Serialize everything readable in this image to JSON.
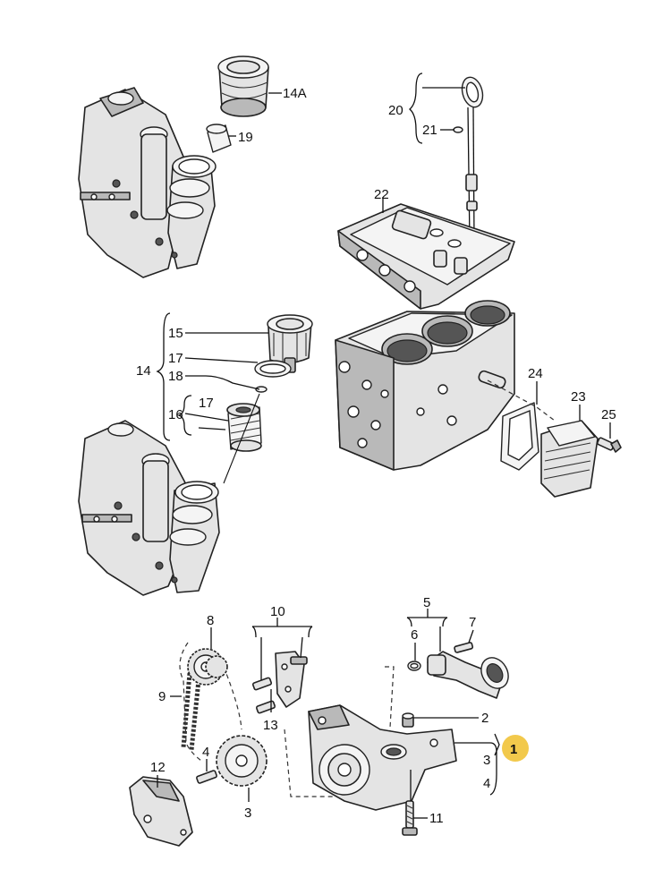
{
  "labels": {
    "p14A": "14A",
    "p19": "19",
    "p20": "20",
    "p21": "21",
    "p22": "22",
    "p15": "15",
    "p17a": "17",
    "p14": "14",
    "p18": "18",
    "p16": "16",
    "p17b": "17",
    "p24": "24",
    "p23": "23",
    "p25": "25",
    "p10": "10",
    "p8": "8",
    "p5": "5",
    "p6": "6",
    "p7": "7",
    "p9": "9",
    "p13": "13",
    "p2": "2",
    "p4a": "4",
    "p1": "1",
    "p3a": "3",
    "p12": "12",
    "p4b": "4",
    "p3b": "3",
    "p11": "11"
  },
  "colors": {
    "highlight": "#f2c94c",
    "line": "#111111",
    "part_fill": "#e4e4e4"
  }
}
